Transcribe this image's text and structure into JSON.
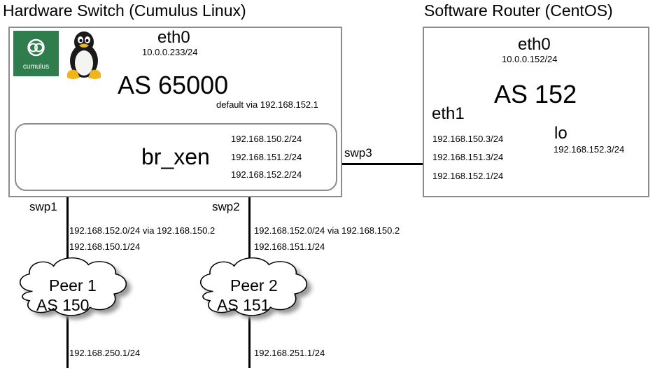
{
  "switch": {
    "title": "Hardware Switch (Cumulus Linux)",
    "logo_text": "cumulus",
    "eth0_label": "eth0",
    "eth0_ip": "10.0.0.233/24",
    "as": "AS 65000",
    "default_route": "default via 192.168.152.1",
    "bridge": {
      "name": "br_xen",
      "ips": [
        "192.168.150.2/24",
        "192.168.151.2/24",
        "192.168.152.2/24"
      ]
    },
    "brand_color": "#2f7d4d"
  },
  "router": {
    "title": "Software Router (CentOS)",
    "eth0_label": "eth0",
    "eth0_ip": "10.0.0.152/24",
    "as": "AS 152",
    "eth1_label": "eth1",
    "eth1_ips": [
      "192.168.150.3/24",
      "192.168.151.3/24",
      "192.168.152.1/24"
    ],
    "lo_label": "lo",
    "lo_ip": "192.168.152.3/24"
  },
  "links": {
    "swp3": "swp3",
    "swp1": "swp1",
    "swp2": "swp2"
  },
  "peers": [
    {
      "name": "Peer 1",
      "as": "AS 150",
      "route": "192.168.152.0/24 via 192.168.150.2",
      "uplink_ip": "192.168.150.1/24",
      "downlink_ip": "192.168.250.1/24"
    },
    {
      "name": "Peer 2",
      "as": "AS 151",
      "route": "192.168.152.0/24 via 192.168.150.2",
      "uplink_ip": "192.168.151.1/24",
      "downlink_ip": "192.168.251.1/24"
    }
  ],
  "icons": [
    "cumulus-logo-icon",
    "tux-penguin-icon"
  ]
}
